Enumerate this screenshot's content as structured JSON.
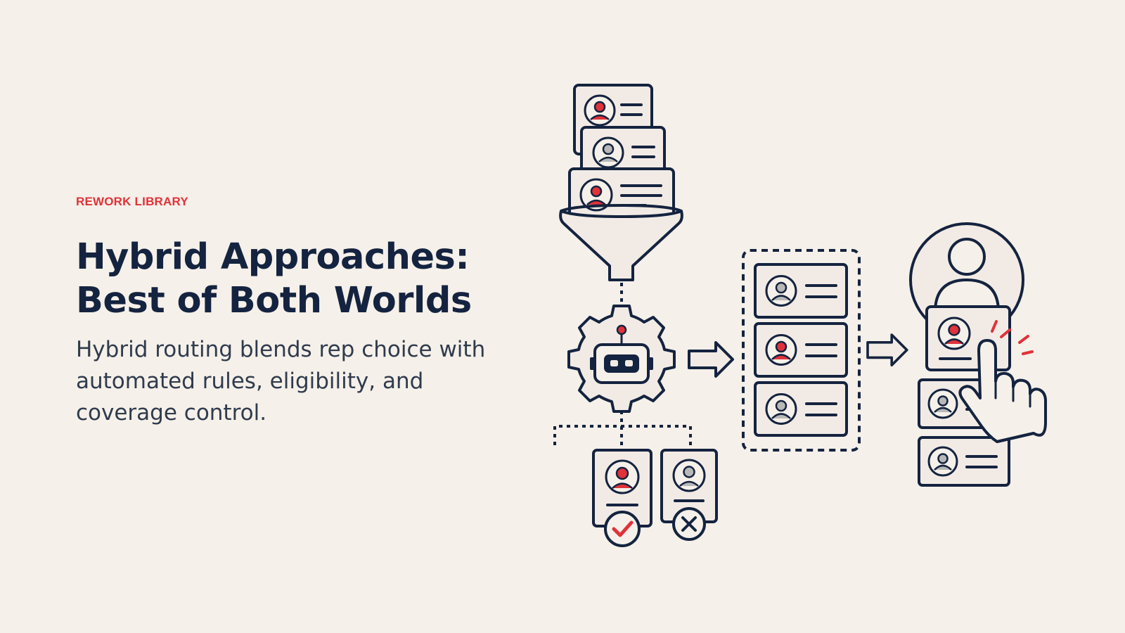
{
  "eyebrow": "REWORK LIBRARY",
  "title_line1": "Hybrid Approaches:",
  "title_line2": "Best of Both Worlds",
  "subtitle": "Hybrid routing blends rep choice with automated rules, eligibility, and coverage control.",
  "colors": {
    "background": "#f5f0e9",
    "accent": "#e0323a",
    "ink": "#14233f",
    "card_fill": "#f2ebe5",
    "neutral_person": "#b8b8b8"
  },
  "icons": [
    "funnel-icon",
    "robot-gear-icon",
    "profile-card-icon",
    "arrow-right-icon",
    "checkmark-icon",
    "x-mark-icon",
    "pointing-hand-icon",
    "user-avatar-icon"
  ]
}
